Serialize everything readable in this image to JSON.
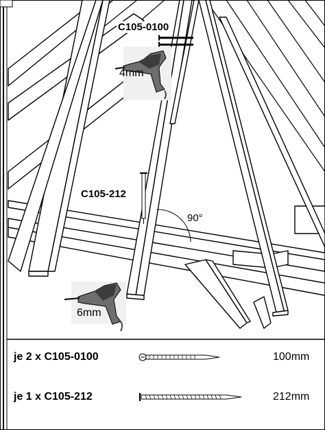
{
  "diagram": {
    "top_screw_code": "C105-0100",
    "side_screw_code": "C105-212",
    "drill_top_bit": "4mm",
    "drill_bottom_bit": "6mm",
    "angle_label": "90°"
  },
  "parts": [
    {
      "qty": "je 2 x C105-0100",
      "length": "100mm",
      "icon": "short-screw-icon"
    },
    {
      "qty": "je 1 x C105-212",
      "length": "212mm",
      "icon": "long-screw-icon"
    }
  ]
}
